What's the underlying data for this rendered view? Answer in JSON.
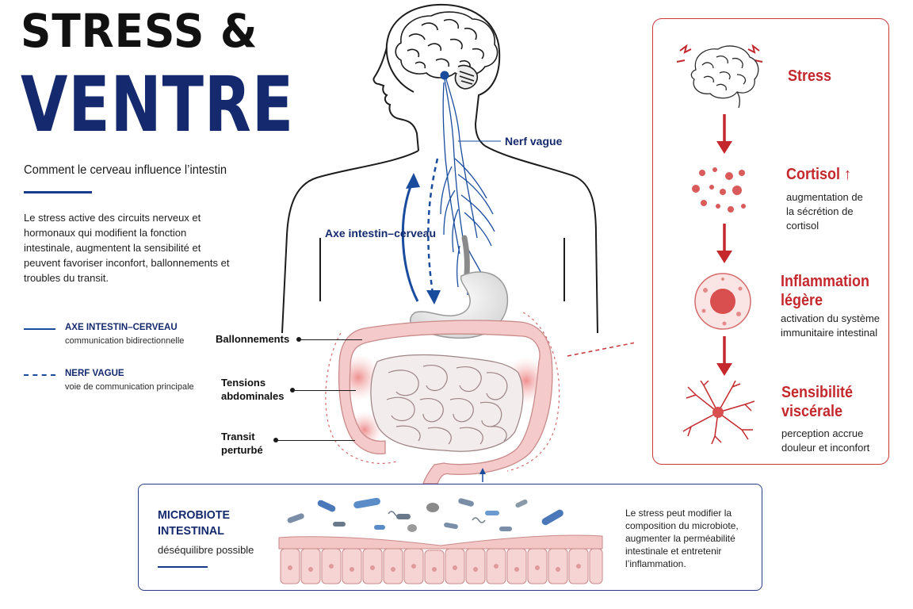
{
  "header": {
    "title_line1": "STRESS &",
    "title_line2": "VENTRE",
    "subtitle": "Comment le cerveau influence l’intestin",
    "intro": "Le stress active des circuits nerveux et hormonaux qui modifient la fonction intestinale, augmentent la sensibilité et peuvent favoriser inconfort, ballonnements et troubles du transit."
  },
  "legend": [
    {
      "label": "AXE INTESTIN–CERVEAU",
      "description": "communication bidirectionnelle",
      "style": "solid"
    },
    {
      "label": "NERF VAGUE",
      "description": "voie de communication principale",
      "style": "dashed"
    }
  ],
  "illustration": {
    "nerve_label": "Nerf vague",
    "axis_label": "Axe intestin–cerveau",
    "symptoms": [
      "Ballonnements",
      "Tensions abdominales",
      "Transit perturbé"
    ]
  },
  "cascade": {
    "steps": [
      {
        "title": "Stress",
        "description": "",
        "icon": "stressed-brain-icon"
      },
      {
        "title": "Cortisol ↑",
        "description": "augmentation de la sécrétion de cortisol",
        "icon": "cortisol-particles-icon"
      },
      {
        "title": "Inflammation légère",
        "description": "activation du système immunitaire intestinal",
        "icon": "immune-cell-icon"
      },
      {
        "title": "Sensibilité viscérale",
        "description": "perception accrue douleur et inconfort",
        "icon": "neuron-icon"
      }
    ]
  },
  "microbiote": {
    "title": "MICROBIOTE INTESTINAL",
    "subtitle": "déséquilibre possible",
    "text": "Le stress peut modifier la composition du microbiote, augmenter la perméabilité intestinale et entretenir l’inflammation."
  },
  "colors": {
    "navy": "#152a6e",
    "blue": "#1a4c9e",
    "red": "#c4282c",
    "pink": "#f3b8b8"
  }
}
